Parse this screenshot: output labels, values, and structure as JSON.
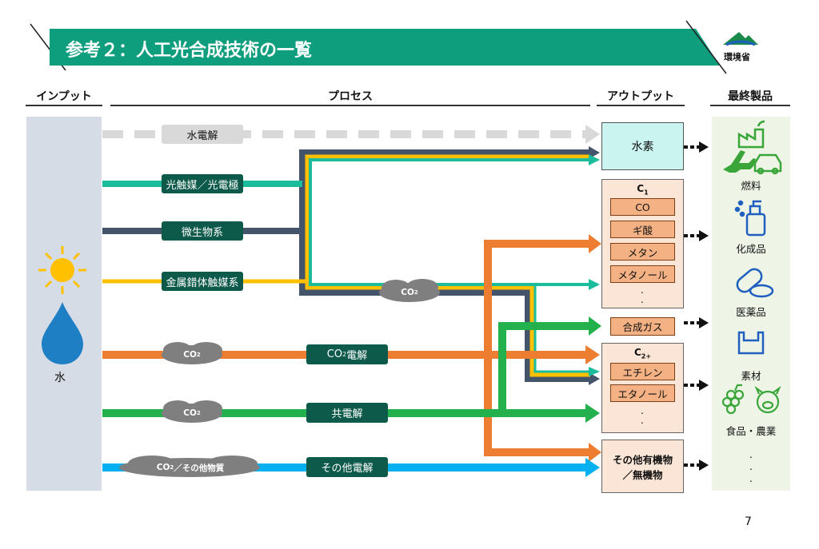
{
  "title": "参考２：人工光合成技術の一覧",
  "logo_label": "環境省",
  "columns": {
    "input": "インプット",
    "process": "プロセス",
    "output": "アウトプット",
    "product": "最終製品"
  },
  "input": {
    "water_label": "水"
  },
  "processes": {
    "water_electrolysis": "水電解",
    "photocatalyst": "光触媒／光電極",
    "microbial": "微生物系",
    "metal_complex": "金属錯体触媒系",
    "co2_electrolysis_pre": "CO",
    "co2_electrolysis_sub": "2",
    "co2_electrolysis_post": "電解",
    "co_electrolysis": "共電解",
    "other_electrolysis": "その他電解"
  },
  "clouds": {
    "co2_base": "CO",
    "co2_sub": "2",
    "other_suffix": "／その他物質"
  },
  "outputs": {
    "hydrogen": "水素",
    "c1_base": "C",
    "c1_sub": "1",
    "c1_items": [
      "CO",
      "ギ酸",
      "メタン",
      "メタノール"
    ],
    "syngas": "合成ガス",
    "c2_base": "C",
    "c2_sub": "2+",
    "c2_items": [
      "エチレン",
      "エタノール"
    ],
    "other_line1": "その他有機物",
    "other_line2": "／無機物"
  },
  "products": [
    "燃料",
    "化成品",
    "医薬品",
    "素材",
    "食品・農業"
  ],
  "page_number": "7",
  "colors": {
    "header_green": "#0e9e7e",
    "process_box": "#0d5a4b",
    "teal": "#1abc9c",
    "slate": "#44546a",
    "yellow": "#ffc000",
    "orange": "#ed7d31",
    "green": "#22b14c",
    "blue": "#00b0f0",
    "gray_dash": "#d9d9d9",
    "input_panel": "#d6dce5",
    "product_panel": "#eef5e6",
    "h2_box": "#c9f4f0",
    "output_box": "#fbe5d6",
    "output_item": "#f4b183",
    "icon_green": "#3aa63a",
    "icon_blue": "#1f5fbf"
  }
}
